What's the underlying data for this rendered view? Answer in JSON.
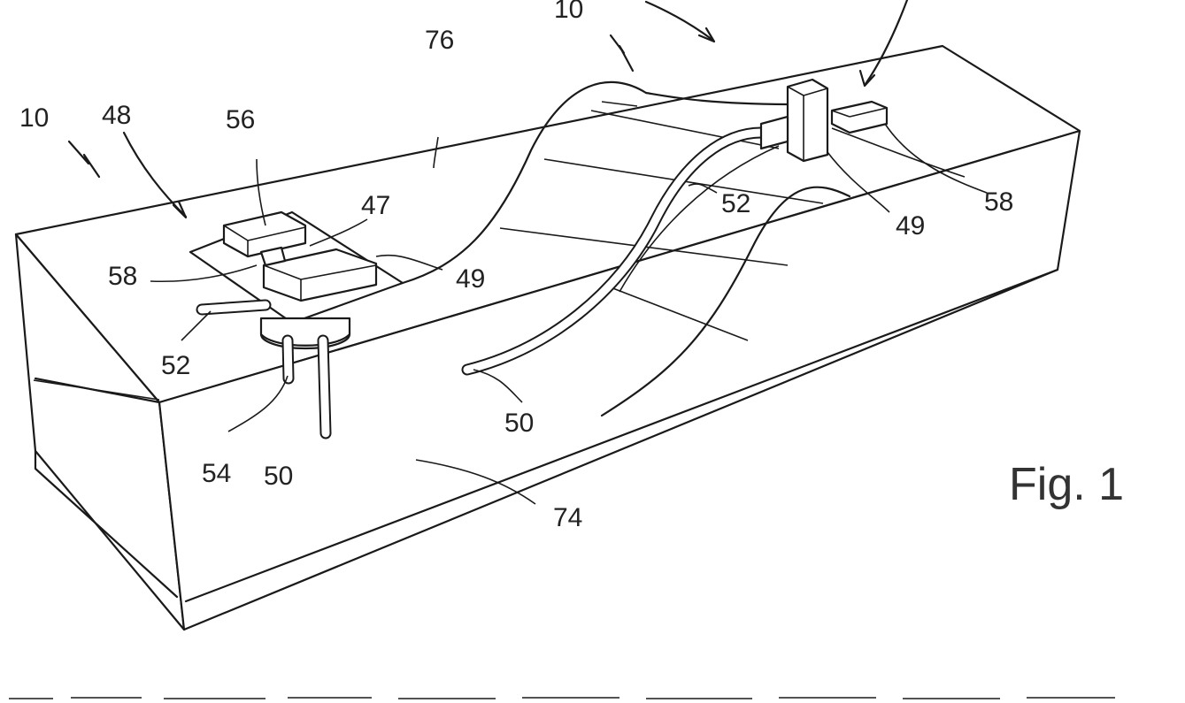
{
  "labels": {
    "l10_left": "10",
    "l10_top": "10",
    "l48": "48",
    "l56": "56",
    "l47": "47",
    "l76": "76",
    "l58_left": "58",
    "l49_left": "49",
    "l52_left": "52",
    "l54": "54",
    "l50_left": "50",
    "l50_mid": "50",
    "l74": "74",
    "l52_right": "52",
    "l49_right": "49",
    "l58_right": "58"
  },
  "figure_label": "Fig. 1"
}
